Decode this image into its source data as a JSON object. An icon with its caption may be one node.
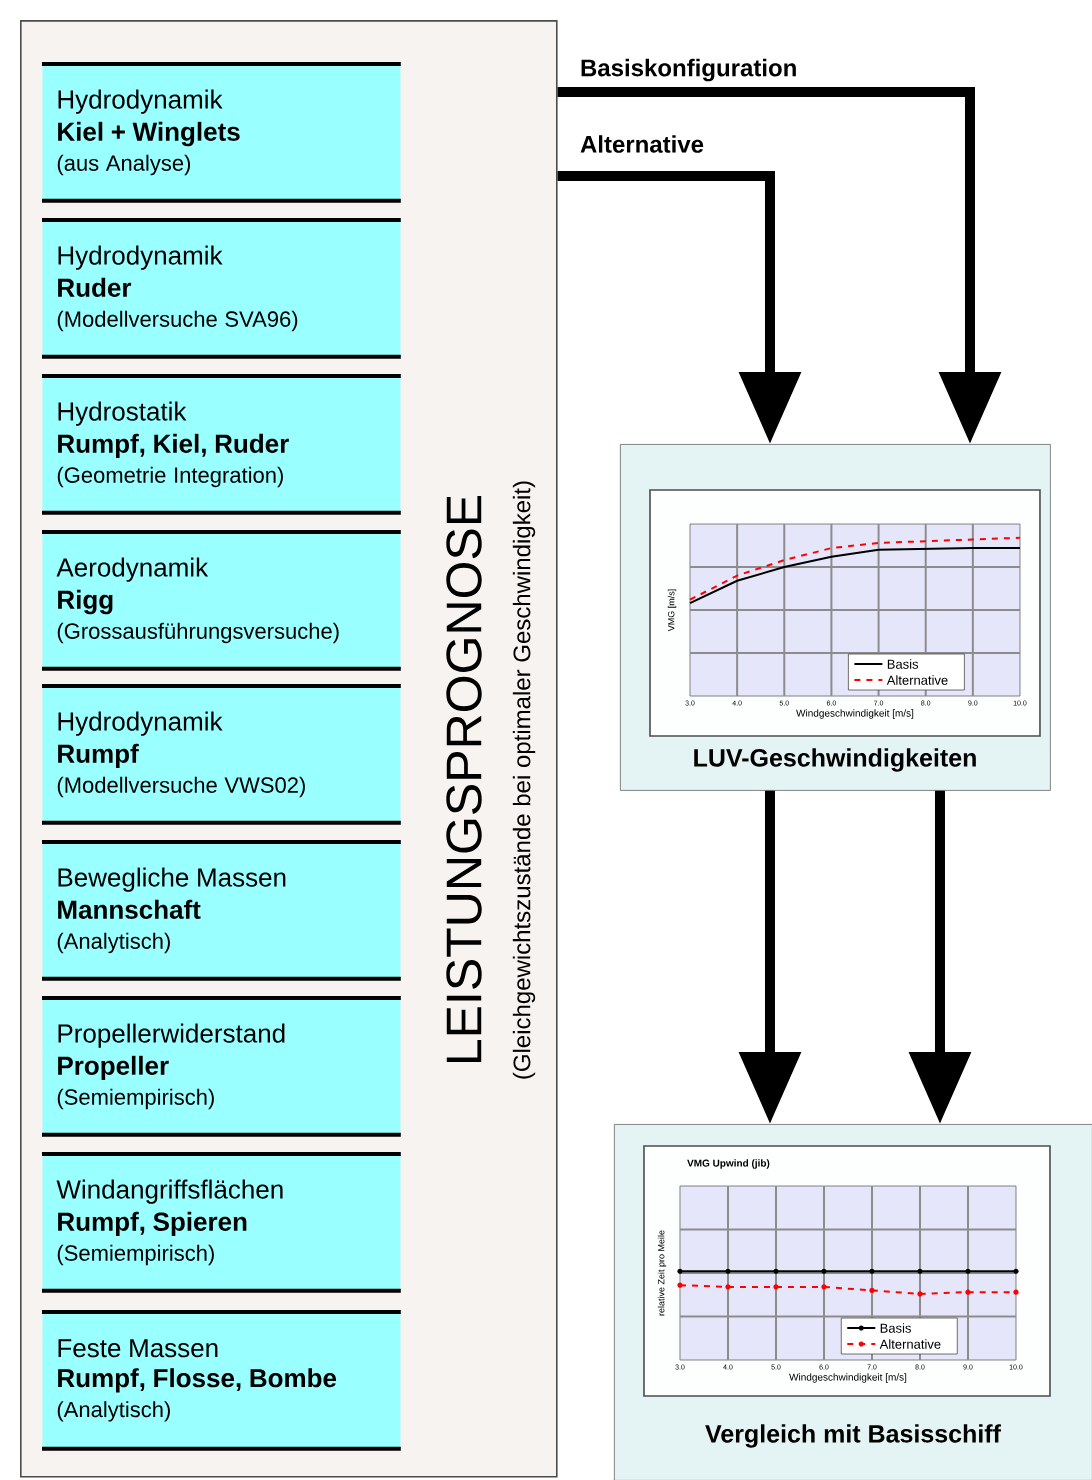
{
  "diagram": {
    "nodes": [
      {
        "text": [
          "LEISTUNGSPROGNOSE",
          "(Gleichgewichtszustände bei optimaler Geschwindigkeit)"
        ]
      },
      {
        "text": [
          "Hydrodynamik",
          "Kiel + Winglets",
          "(aus Analyse)"
        ],
        "in": 0
      },
      {
        "text": [
          "Hydrodynamik",
          "Ruder",
          "(Modellversuche SVA96)"
        ],
        "in": 0
      },
      {
        "text": [
          "Hydrostatik",
          "Rumpf, Kiel, Ruder",
          "(Geometrie Integration)"
        ],
        "in": 0
      },
      {
        "text": [
          "Aerodynamik",
          "Rigg",
          "(Grossausführungsversuche)"
        ],
        "in": 0
      },
      {
        "text": [
          "Hydrodynamik",
          "Rumpf",
          "(Modellversuche VWS02)"
        ],
        "in": 0
      },
      {
        "text": [
          "Bewegliche Massen",
          "Mannschaft",
          "(Analytisch)"
        ],
        "in": 0
      },
      {
        "text": [
          "Propellerwiderstand",
          "Propeller",
          "(Semiempirisch)"
        ],
        "in": 0
      },
      {
        "text": [
          "Windangriffsflächen",
          "Rumpf, Spieren",
          "(Semiempirisch)"
        ],
        "in": 0
      },
      {
        "text": [
          "Feste Massen",
          "Rumpf, Flosse, Bombe",
          "(Analytisch)"
        ],
        "in": 0
      },
      {
        "text": [
          "LUV-Geschwindigkeiten"
        ]
      },
      {
        "text": [
          "Vergleich mit Basisschiff"
        ]
      }
    ],
    "edges": [
      {
        "from": 0,
        "to": 10,
        "arrow": "to",
        "label": "Basiskonfiguration"
      },
      {
        "from": 0,
        "to": 10,
        "arrow": "to",
        "label": "Alternative"
      },
      {
        "from": 10,
        "to": 11,
        "arrow": "to"
      },
      {
        "from": 10,
        "to": 11,
        "arrow": "to"
      }
    ],
    "labels": [
      "VMG [m/s]",
      "Windgeschwindigkeit [m/s]",
      "3.0",
      "4.0",
      "5.0",
      "6.0",
      "7.0",
      "8.0",
      "9.0",
      "10.0",
      "Basis",
      "Alternative",
      "VMG Upwind    (jib)",
      "relative Zeit pro Meile",
      "Windgeschwindigkeit [m/s]",
      "3.0",
      "4.0",
      "5.0",
      "6.0",
      "7.0",
      "8.0",
      "9.0",
      "10.0",
      "Basis",
      "Alternative"
    ]
  }
}
